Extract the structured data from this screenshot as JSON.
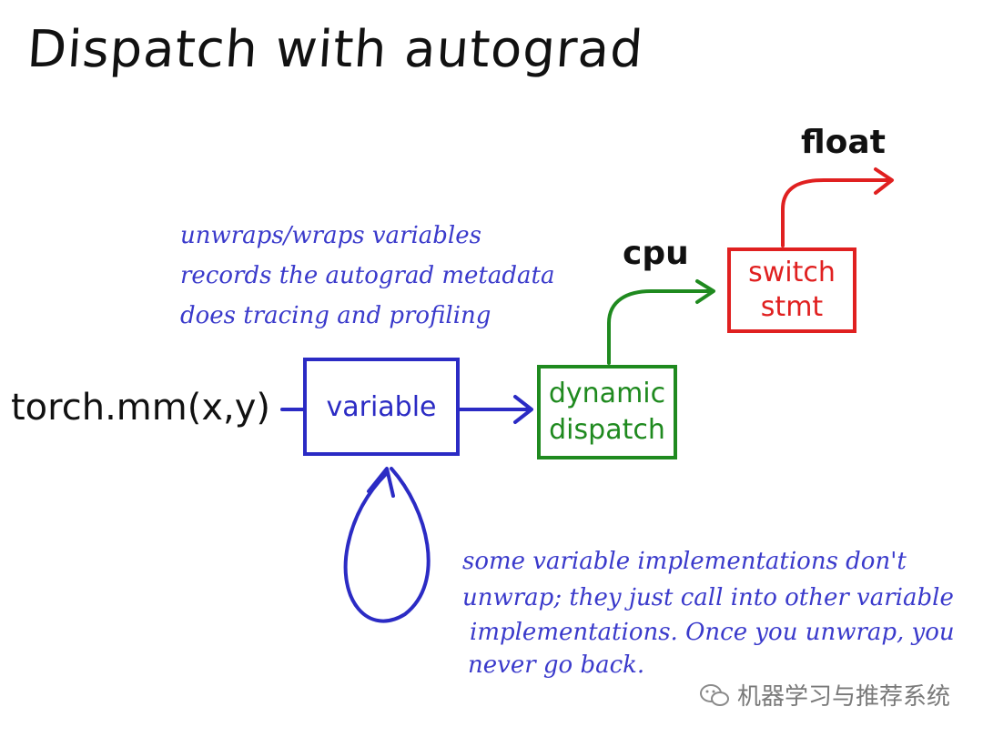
{
  "title": "Dispatch with autograd",
  "call_expression": "torch.mm(x,y)",
  "variable_box": {
    "label": "variable"
  },
  "dispatch_box": {
    "line1": "dynamic",
    "line2": "dispatch"
  },
  "switch_box": {
    "line1": "switch",
    "line2": "stmt"
  },
  "edge_labels": {
    "cpu": "cpu",
    "float": "float"
  },
  "top_note": [
    "unwraps/wraps variables",
    "records the autograd metadata",
    "does tracing and profiling"
  ],
  "bottom_note": [
    "some variable implementations don't",
    "unwrap; they just call into other variable",
    "implementations. Once you unwrap, you",
    "never go back."
  ],
  "watermark": "机器学习与推荐系统",
  "colors": {
    "blue": "#2b2bc4",
    "green": "#1f8a1f",
    "red": "#e02020",
    "ink": "#111111"
  }
}
